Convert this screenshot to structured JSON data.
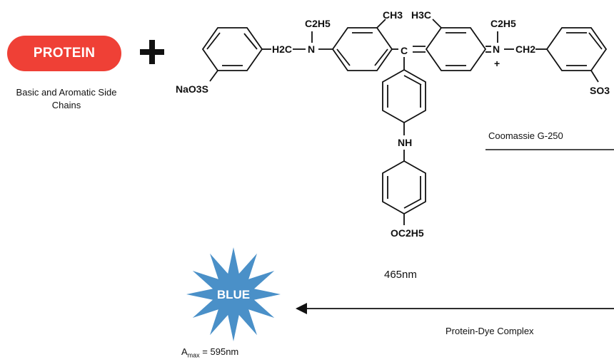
{
  "protein": {
    "badge_label": "PROTEIN",
    "badge_color": "#ef4036",
    "caption": "Basic and Aromatic Side Chains"
  },
  "dye": {
    "name": "Coomassie G-250",
    "wavelength": "465nm",
    "groups": {
      "ch3_left": "CH3",
      "ch3_right": "H3C",
      "ethyl_left": "C2H5",
      "ethyl_right": "C2H5",
      "methylene_left": "H2C",
      "methylene_right": "CH2",
      "nitrogen_left": "N",
      "nitrogen_right": "N",
      "central_carbon": "C",
      "sulfonate_left": "NaO3S",
      "sulfonate_right": "SO3",
      "amine": "NH",
      "ethoxy": "OC2H5",
      "charge": "+"
    }
  },
  "complex": {
    "name": "Protein-Dye Complex",
    "burst_label": "BLUE",
    "burst_color": "#4a90c8",
    "amax_prefix": "A",
    "amax_sub": "max",
    "amax_suffix": " = 595nm"
  }
}
